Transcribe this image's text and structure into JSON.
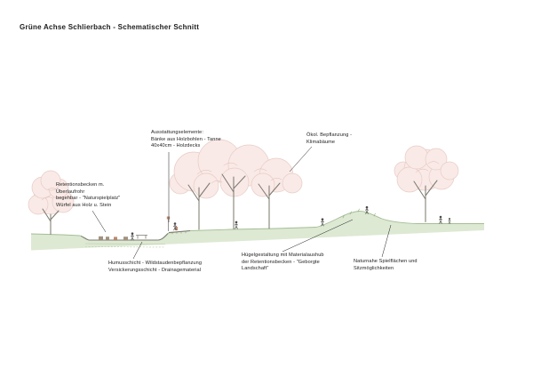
{
  "title": "Grüne Achse Schlierbach - Schematischer Schnitt",
  "annotations": {
    "ausstattung": "Ausstattungselemente:\nBänke aus Holzbohlen - Tanne\n40x40cm - Holzdecks",
    "oekol": "Ökol. Bepflanzung -\nKlimabäume",
    "retention": "Retentionsbecken m.\nÜberlaufrohr\nbegehbar - \"Naturspielplatz\"\nWürfel aus Holz u. Stein",
    "humus": "Humusschicht - Wildstaudenbepflanzung\nVersickerungsschicht - Drainagematerial",
    "huegel": "Hügelgestaltung mit Materialaushub\nder Retentionsbecken - \"Geborgte\nLandschaft\"",
    "naturnah": "Naturnahe Spielflächen und\nSitzmöglichkeiten"
  },
  "colors": {
    "bg": "#ffffff",
    "terrain": "#dde9d3",
    "terrain-line": "#a6bd96",
    "foliage": "#f9eae7",
    "foliage-line": "#e8cbc5",
    "foliage-scribble": "#debab3",
    "trunk": "#7e7b71",
    "ink": "#1c1c1c",
    "figure": "#4a4a46",
    "wood": "#a3927f",
    "accent": "#bb8a70",
    "grass": "#8fa97d"
  }
}
